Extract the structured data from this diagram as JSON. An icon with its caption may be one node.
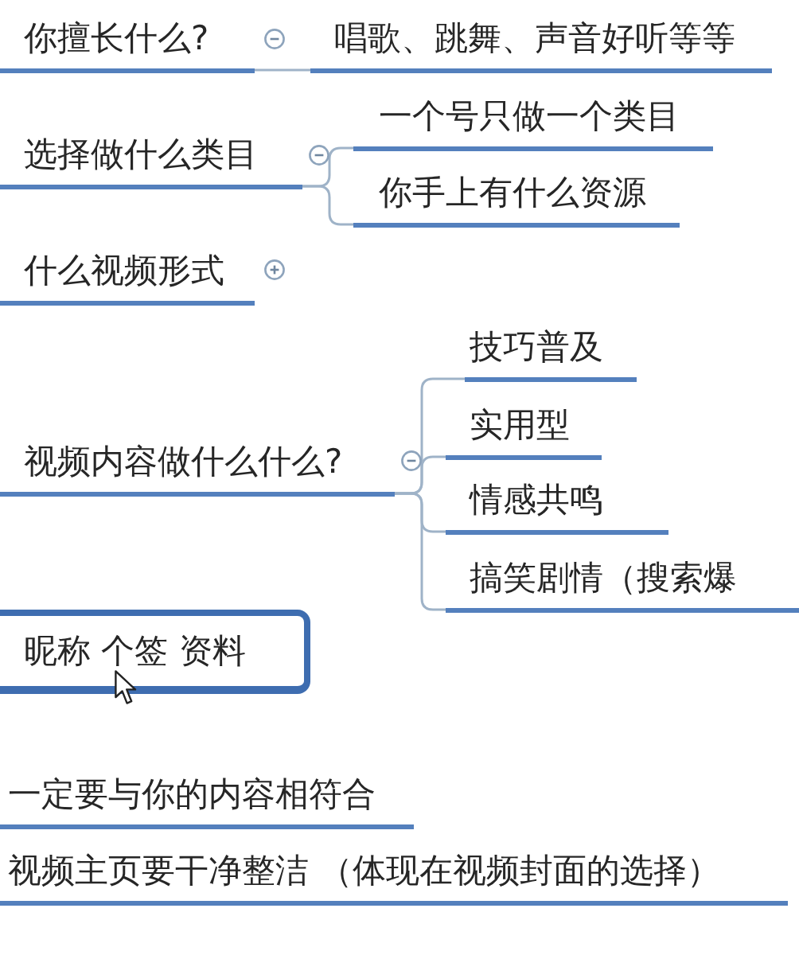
{
  "diagram": {
    "nodes": [
      {
        "text": [
          "你擅长什么?"
        ]
      },
      {
        "text": [
          "唱歌、跳舞、声音好听等等"
        ]
      },
      {
        "text": [
          "选择做什么类目"
        ]
      },
      {
        "text": [
          "一个号只做一个类目"
        ]
      },
      {
        "text": [
          "你手上有什么资源"
        ]
      },
      {
        "text": [
          "什么视频形式"
        ]
      },
      {
        "text": [
          "视频内容做什么什么?"
        ]
      },
      {
        "text": [
          "技巧普及"
        ]
      },
      {
        "text": [
          "实用型"
        ]
      },
      {
        "text": [
          "情感共鸣"
        ]
      },
      {
        "text": [
          "搞笑剧情（搜索爆"
        ]
      },
      {
        "text": [
          "昵称 个签 资料"
        ]
      },
      {
        "text": [
          "一定要与你的内容相符合"
        ]
      },
      {
        "text": [
          "视频主页要干净整洁 （体现在视频封面的选择）"
        ]
      }
    ],
    "edges": [
      {
        "from": 0,
        "to": 1,
        "arrow": "none"
      },
      {
        "from": 2,
        "to": 3,
        "arrow": "none"
      },
      {
        "from": 2,
        "to": 4,
        "arrow": "none"
      },
      {
        "from": 6,
        "to": 7,
        "arrow": "none"
      },
      {
        "from": 6,
        "to": 8,
        "arrow": "none"
      },
      {
        "from": 6,
        "to": 9,
        "arrow": "none"
      },
      {
        "from": 6,
        "to": 10,
        "arrow": "none"
      }
    ]
  }
}
